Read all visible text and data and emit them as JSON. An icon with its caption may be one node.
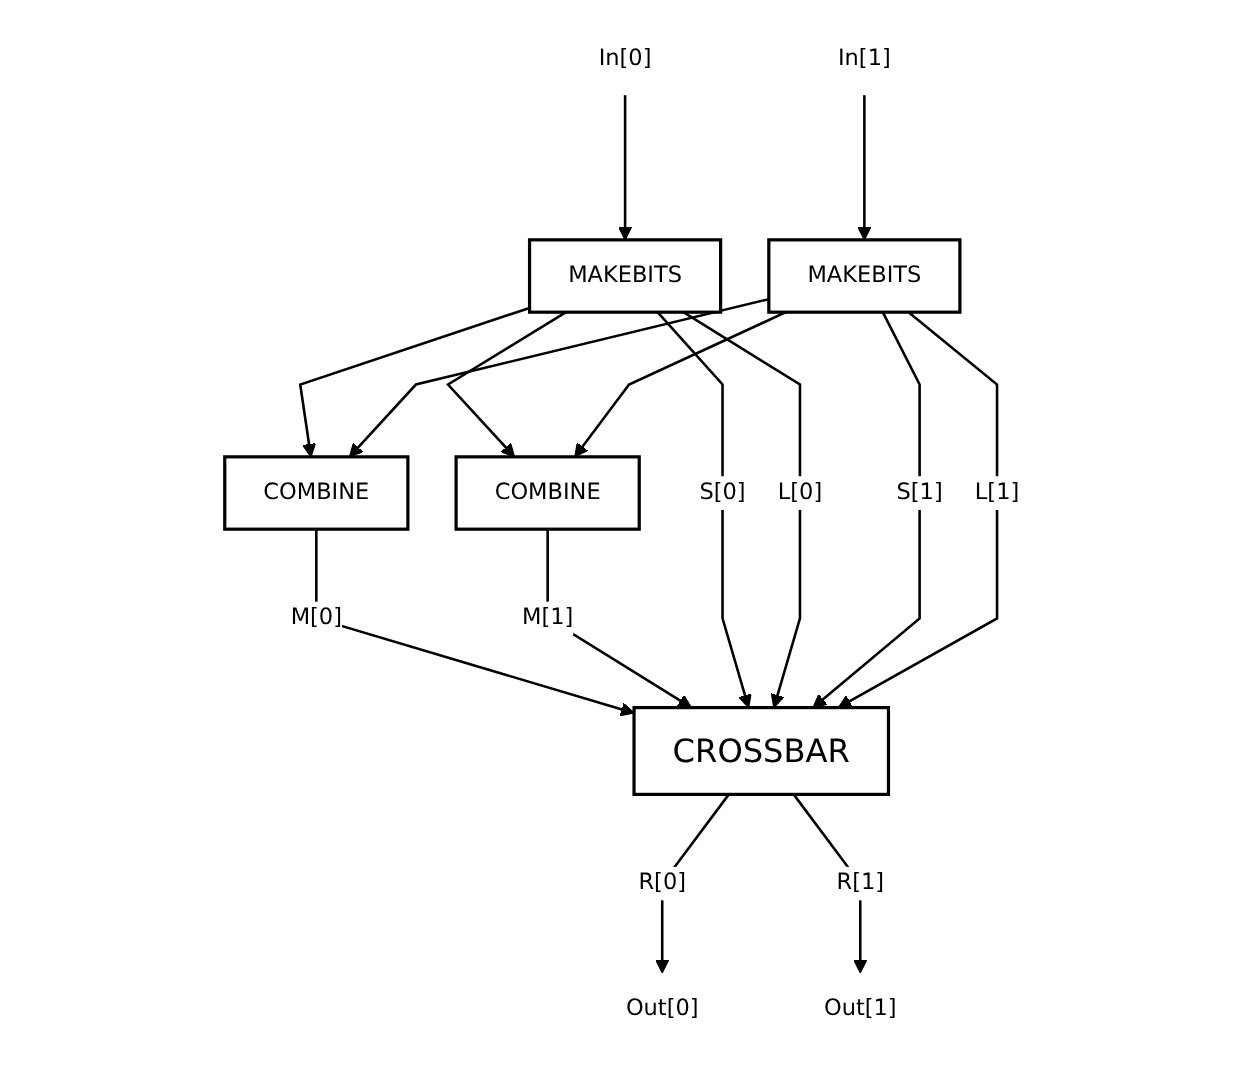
{
  "diagram": {
    "nodes": [
      {
        "text": [
          "Out[0]"
        ]
      },
      {
        "text": [
          "Out[1]"
        ]
      },
      {
        "text": [
          "COMBINE"
        ]
      },
      {
        "text": [
          "COMBINE"
        ]
      },
      {
        "text": [
          "In[0]"
        ]
      },
      {
        "text": [
          "MAKEBITS"
        ]
      },
      {
        "text": [
          "CROSSBAR"
        ]
      },
      {
        "text": [
          "In[1]"
        ]
      },
      {
        "text": [
          "MAKEBITS"
        ]
      }
    ],
    "edges": [
      {
        "from": 4,
        "to": 5,
        "arrow": "to"
      },
      {
        "from": 7,
        "to": 8,
        "arrow": "to"
      },
      {
        "from": 5,
        "to": 2,
        "arrow": "to"
      },
      {
        "from": 5,
        "to": 3,
        "arrow": "to"
      },
      {
        "from": 8,
        "to": 2,
        "arrow": "to"
      },
      {
        "from": 8,
        "to": 3,
        "arrow": "to"
      },
      {
        "from": 2,
        "to": 6,
        "label": "M[0]",
        "arrow": "to"
      },
      {
        "from": 3,
        "to": 6,
        "label": "M[1]",
        "arrow": "to"
      },
      {
        "from": 6,
        "to": 0,
        "label": "R[0]",
        "arrow": "to"
      },
      {
        "from": 6,
        "to": 1,
        "label": "R[1]",
        "arrow": "to"
      },
      {
        "from": 5,
        "to": 6,
        "label": "S[0]",
        "arrow": "to"
      },
      {
        "from": 5,
        "to": 6,
        "label": "L[0]",
        "arrow": "to"
      },
      {
        "from": 8,
        "to": 6,
        "label": "S[1]",
        "arrow": "to"
      },
      {
        "from": 8,
        "to": 6,
        "label": "L[1]",
        "arrow": "to"
      }
    ]
  }
}
